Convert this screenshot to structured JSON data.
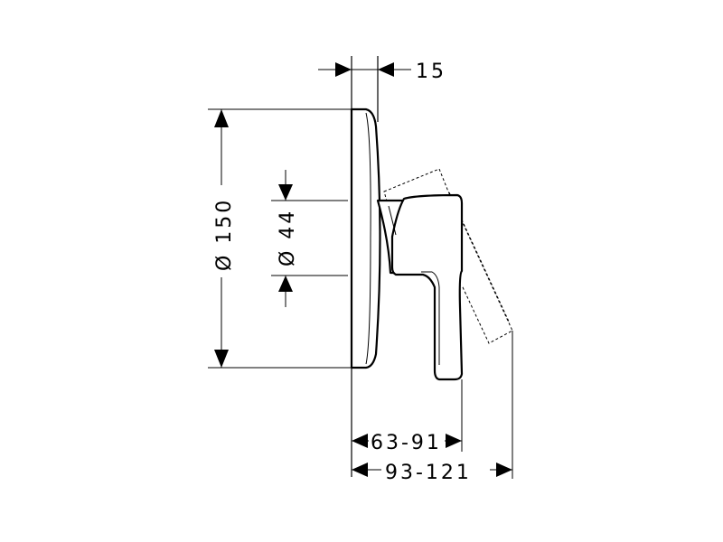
{
  "dimensions": {
    "thickness": "15",
    "outer_diameter": "Ø 150",
    "inner_diameter": "Ø 44",
    "projection_handle": "63-91",
    "projection_total": "93-121"
  },
  "colors": {
    "stroke": "#000000",
    "background": "#ffffff"
  }
}
